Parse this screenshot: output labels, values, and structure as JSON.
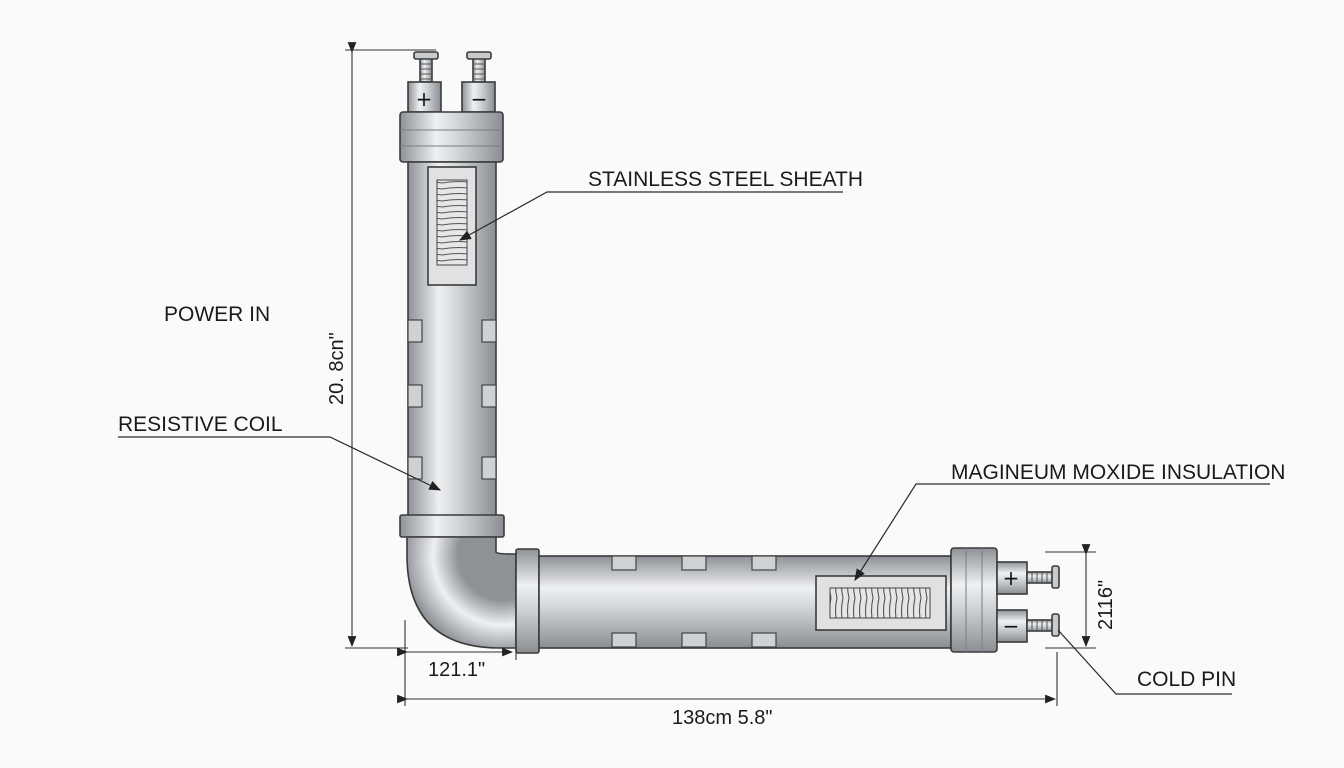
{
  "labels": {
    "stainless_steel_sheath": "STAINLESS STEEL SHEATH",
    "power_in": "POWER IN",
    "resistive_coil": "RESISTIVE COIL",
    "magnesium_oxide_insulation": "MAGINEUM MOXIDE INSULATION",
    "cold_pin": "COLD PIN"
  },
  "dimensions": {
    "vertical_height": "20. 8cn\"",
    "elbow_offset": "121.1\"",
    "overall_length": "138cm 5.8\"",
    "terminal_height": "2116\""
  },
  "terminals": {
    "top_plus": "+",
    "top_minus": "−",
    "right_plus": "+",
    "right_minus": "−"
  },
  "colors": {
    "metal_dark": "#8e9196",
    "metal_light": "#eef0f2",
    "outline": "#3b3b3b",
    "background": "#fafafa"
  }
}
